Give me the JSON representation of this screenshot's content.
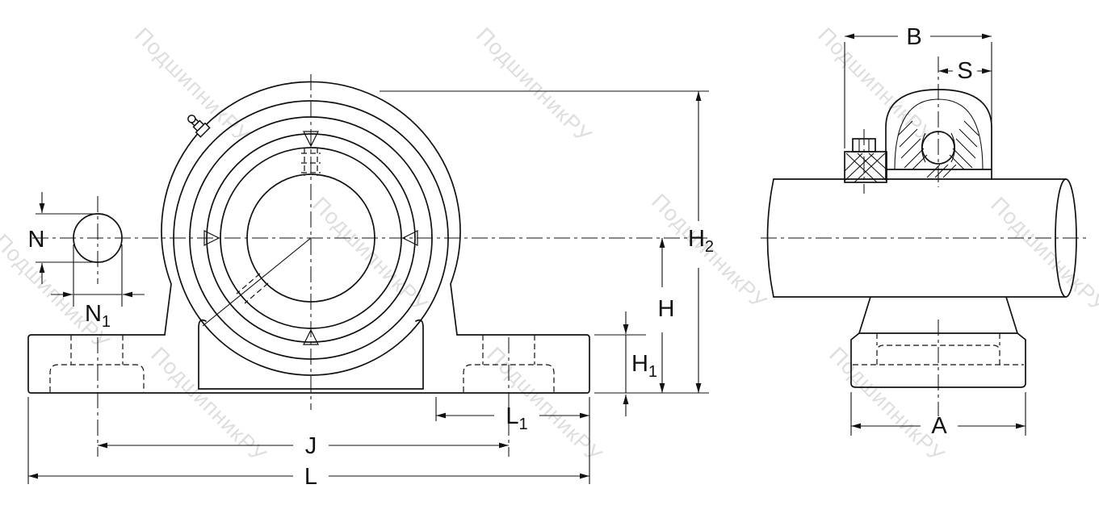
{
  "watermark": {
    "text": "ПодшипникРУ"
  },
  "dimensions": {
    "B": {
      "main": "B",
      "sub": ""
    },
    "S": {
      "main": "S",
      "sub": ""
    },
    "N": {
      "main": "N",
      "sub": ""
    },
    "N1": {
      "main": "N",
      "sub": "1"
    },
    "H": {
      "main": "H",
      "sub": ""
    },
    "H1": {
      "main": "H",
      "sub": "1"
    },
    "H2": {
      "main": "H",
      "sub": "2"
    },
    "L": {
      "main": "L",
      "sub": ""
    },
    "L1": {
      "main": "L",
      "sub": "1"
    },
    "J": {
      "main": "J",
      "sub": ""
    },
    "A": {
      "main": "A",
      "sub": ""
    }
  },
  "colors": {
    "line": "#111111",
    "watermark": "#c4c4c4",
    "background": "#ffffff"
  }
}
